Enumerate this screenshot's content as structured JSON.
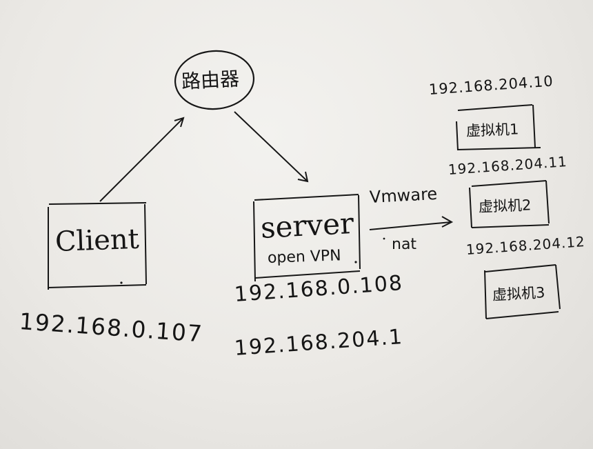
{
  "diagram": {
    "router": {
      "label": "路由器"
    },
    "client": {
      "label": "Client",
      "ip": "192.168.0.107"
    },
    "server": {
      "label": "server",
      "sublabel": "open VPN",
      "ip_lan": "192.168.0.108",
      "ip_vmnet": "192.168.204.1"
    },
    "link": {
      "label_top": "Vmware",
      "label_bottom": "nat"
    },
    "vms": [
      {
        "label": "虚拟机1",
        "ip": "192.168.204.10"
      },
      {
        "label": "虚拟机2",
        "ip": "192.168.204.11"
      },
      {
        "label": "虚拟机3",
        "ip": "192.168.204.12"
      }
    ]
  }
}
